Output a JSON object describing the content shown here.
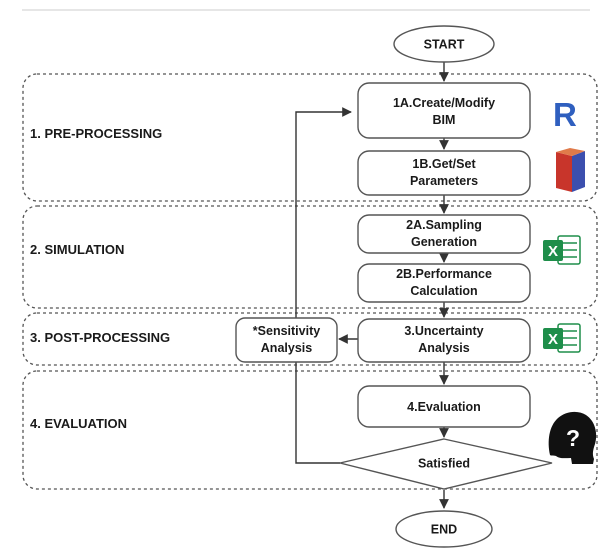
{
  "terminals": {
    "start": "START",
    "end": "END"
  },
  "stages": [
    {
      "label": "1. PRE-PROCESSING"
    },
    {
      "label": "2. SIMULATION"
    },
    {
      "label": "3. POST-PROCESSING"
    },
    {
      "label": "4. EVALUATION"
    }
  ],
  "steps": {
    "s1a": [
      "1A.Create/Modify",
      "BIM"
    ],
    "s1b": [
      "1B.Get/Set",
      "Parameters"
    ],
    "s2a": [
      "2A.Sampling",
      "Generation"
    ],
    "s2b": [
      "2B.Performance",
      "Calculation"
    ],
    "s3": [
      "3.Uncertainty",
      "Analysis"
    ],
    "sens": [
      "*Sensitivity",
      "Analysis"
    ],
    "s4": [
      "4.Evaluation"
    ]
  },
  "decision": {
    "label": "Satisfied"
  },
  "icons": {
    "revit": {
      "name": "revit-icon",
      "glyph": "R",
      "color": "#2f5fbf"
    },
    "dynamo": {
      "name": "dynamo-icon",
      "colors": [
        "#c8352b",
        "#3c4fae"
      ]
    },
    "excel": {
      "name": "excel-icon",
      "glyph": "X",
      "color": "#1e8e4a"
    },
    "question": {
      "name": "question-head-icon",
      "glyph": "?",
      "color": "#111111"
    }
  }
}
